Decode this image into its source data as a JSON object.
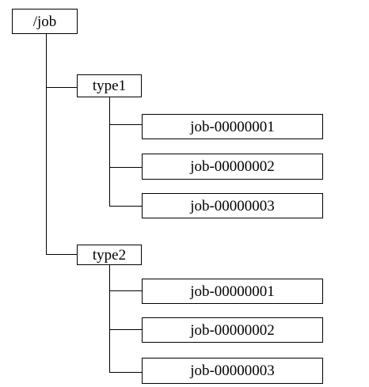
{
  "root": {
    "label": "/job",
    "children": [
      {
        "label": "type1",
        "children": [
          {
            "label": "job-00000001"
          },
          {
            "label": "job-00000002"
          },
          {
            "label": "job-00000003"
          }
        ]
      },
      {
        "label": "type2",
        "children": [
          {
            "label": "job-00000001"
          },
          {
            "label": "job-00000002"
          },
          {
            "label": "job-00000003"
          }
        ]
      }
    ]
  }
}
